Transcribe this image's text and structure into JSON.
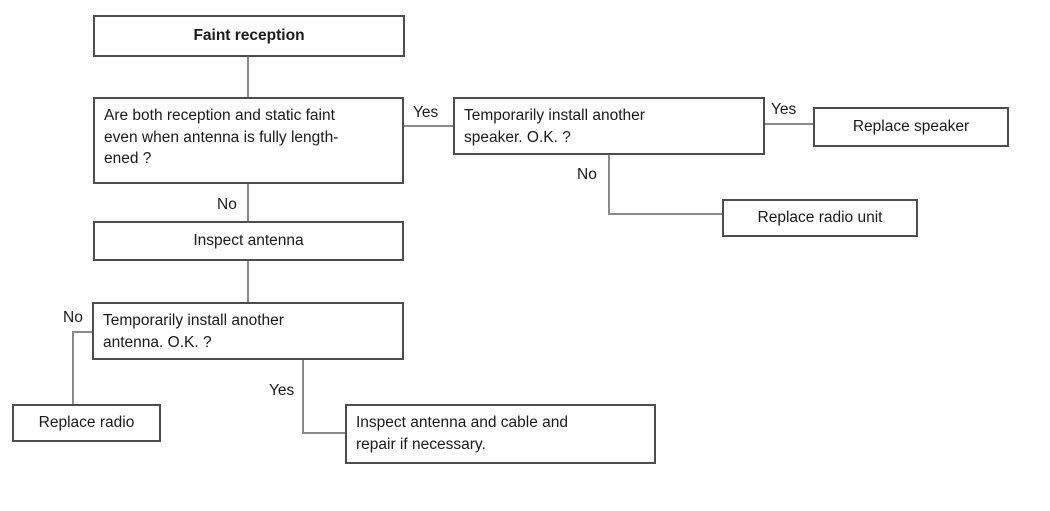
{
  "diagram": {
    "type": "flowchart",
    "title": "Faint reception",
    "colors": {
      "background": "#ffffff",
      "box_border": "#4d4d4d",
      "connector_line": "#8a8a8a",
      "text": "#1a1a1a"
    },
    "nodes": {
      "start": {
        "text": "Faint reception"
      },
      "q_reception": {
        "text": "Are both reception and static faint\neven when antenna is fully length-\nened ?"
      },
      "q_speaker": {
        "text": "Temporarily install another\nspeaker. O.K. ?"
      },
      "replace_speaker": {
        "text": "Replace speaker"
      },
      "replace_radio_unit": {
        "text": "Replace radio unit"
      },
      "inspect_antenna": {
        "text": "Inspect antenna"
      },
      "q_antenna": {
        "text": "Temporarily install another\nantenna. O.K. ?"
      },
      "replace_radio": {
        "text": "Replace radio"
      },
      "inspect_cable": {
        "text": "Inspect antenna and cable and\nrepair if necessary."
      }
    },
    "edge_labels": {
      "yes1": "Yes",
      "no1": "No",
      "yes2": "Yes",
      "no2": "No",
      "no3": "No",
      "yes3": "Yes"
    },
    "edges": [
      {
        "from": "start",
        "to": "q_reception",
        "label": ""
      },
      {
        "from": "q_reception",
        "to": "q_speaker",
        "label": "Yes"
      },
      {
        "from": "q_reception",
        "to": "inspect_antenna",
        "label": "No"
      },
      {
        "from": "q_speaker",
        "to": "replace_speaker",
        "label": "Yes"
      },
      {
        "from": "q_speaker",
        "to": "replace_radio_unit",
        "label": "No"
      },
      {
        "from": "inspect_antenna",
        "to": "q_antenna",
        "label": ""
      },
      {
        "from": "q_antenna",
        "to": "replace_radio",
        "label": "No"
      },
      {
        "from": "q_antenna",
        "to": "inspect_cable",
        "label": "Yes"
      }
    ]
  }
}
